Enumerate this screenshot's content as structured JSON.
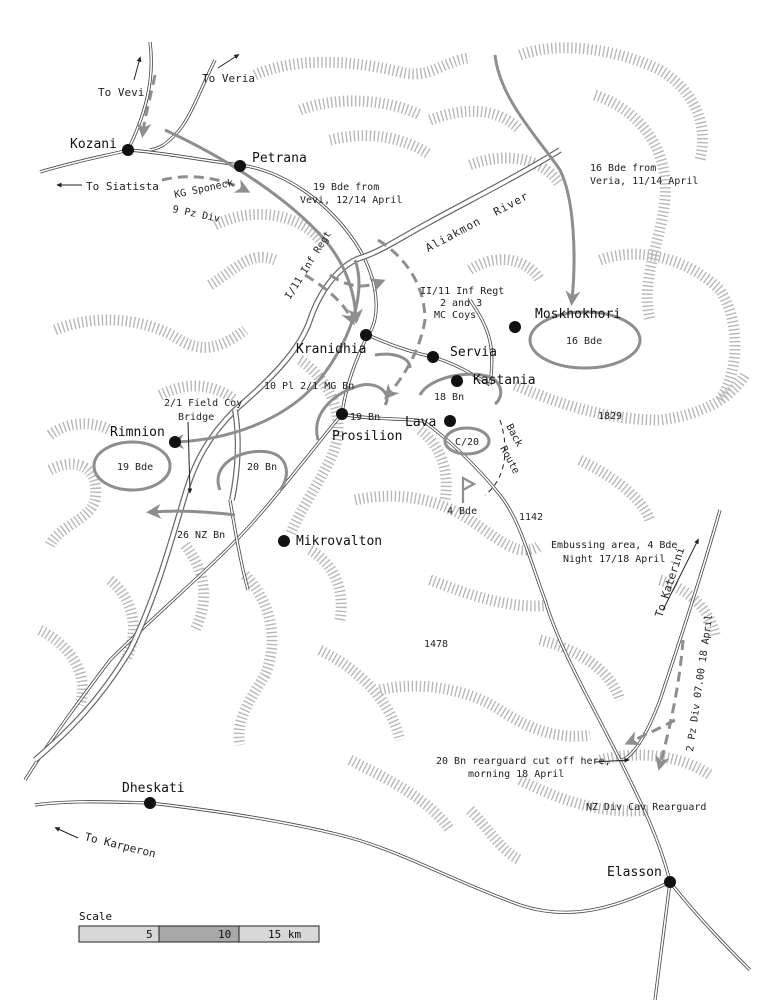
{
  "towns": {
    "kozani": "Kozani",
    "petrana": "Petrana",
    "moskhokhori": "Moskhokhori",
    "kranidhia": "Kranidhia",
    "servia": "Servia",
    "kastania": "Kastania",
    "lava": "Lava",
    "prosilion": "Prosilion",
    "rimnion": "Rimnion",
    "mikrovalton": "Mikrovalton",
    "dheskati": "Dheskati",
    "elasson": "Elasson"
  },
  "directions": {
    "to_vevi": "To Vevi",
    "to_veria": "To Veria",
    "to_siatista": "To Siatista",
    "to_katerini": "To Katerini",
    "to_karperon": "To Karperon"
  },
  "river": {
    "name_a": "Aliakmon",
    "name_b": "River"
  },
  "units": {
    "kg_sponeck_a": "KG Sponeck",
    "kg_sponeck_b": "9 Pz Div",
    "bde19_from_a": "19 Bde from",
    "bde19_from_b": "Vevi, 12/14 April",
    "bde16_from_a": "16 Bde from",
    "bde16_from_b": "Veria, 11/14 April",
    "inf_regt_1": "I/11 Inf Regt",
    "inf_regt_2a": "II/11 Inf Regt",
    "inf_regt_2b": "2 and 3",
    "inf_regt_2c": "MC Coys",
    "bde16": "16 Bde",
    "bn18": "18 Bn",
    "bn19": "19 Bn",
    "pl10": "10 Pl 2/1 MG Bn",
    "field_coy_a": "2/1 Field Coy",
    "field_coy_b": "Bridge",
    "bde19": "19 Bde",
    "bn20": "20 Bn",
    "c20": "C/20",
    "back_route_a": "Back",
    "back_route_b": "Route",
    "bde4": "4 Bde",
    "nz26": "26 NZ Bn",
    "embuss_a": "Embussing area, 4 Bde",
    "embuss_b": "Night 17/18 April",
    "pz2_a": "2 Pz Div 07.00 18 April",
    "rearguard_a": "20 Bn rearguard cut off here,",
    "rearguard_b": "morning 18 April",
    "nz_cav": "NZ Div Cav Rearguard"
  },
  "heights": {
    "h1829": "1829",
    "h1142": "1142",
    "h1478": "1478"
  },
  "scale": {
    "title": "Scale",
    "t5": "5",
    "t10": "10",
    "t15": "15 km"
  },
  "colors": {
    "hills": "#b8b8b8",
    "arrow": "#8e8e8e",
    "road": "#444444",
    "town": "#111111"
  }
}
